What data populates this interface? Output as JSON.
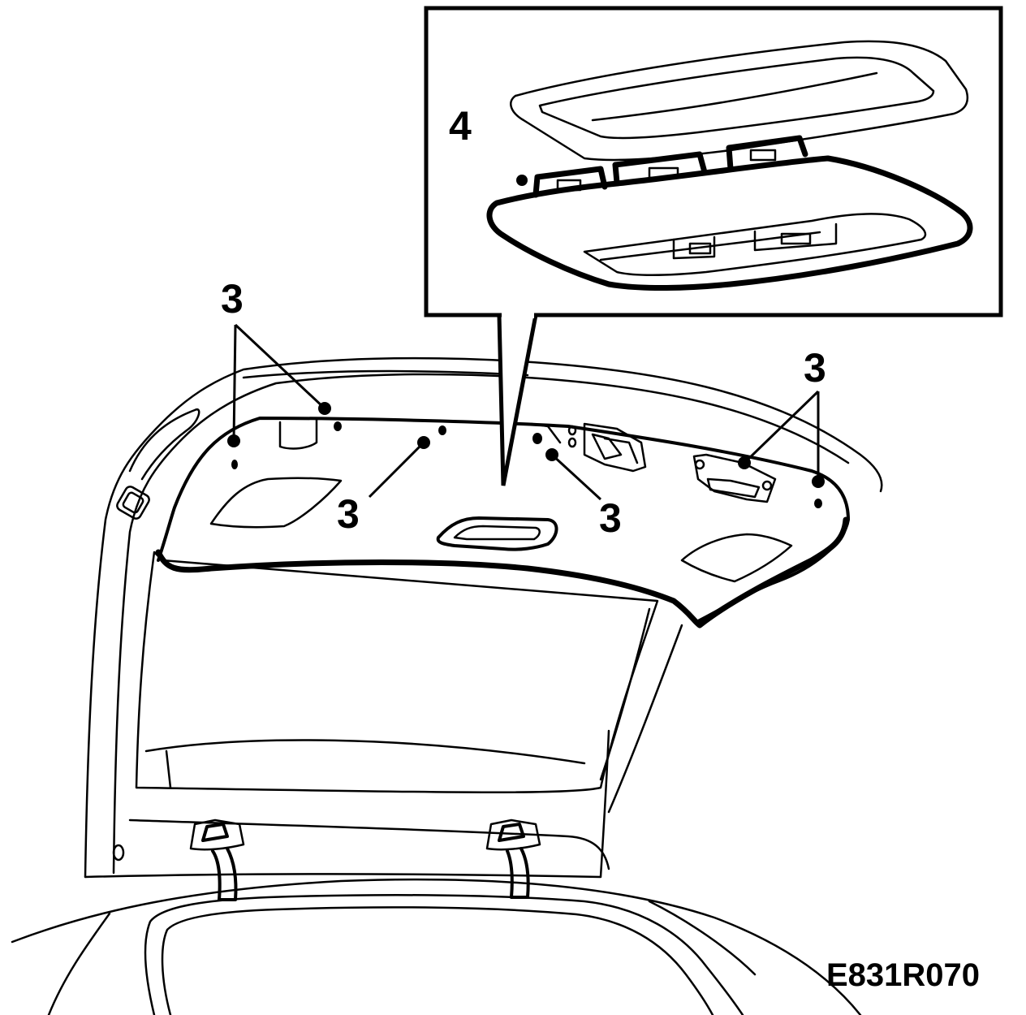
{
  "callouts": {
    "screw_group_left": "3",
    "screw_group_center_left": "3",
    "screw_group_center_right": "3",
    "screw_group_right": "3",
    "lamp_lens_clips": "4"
  },
  "figure_code": "E831R070",
  "colors": {
    "line": "#000000",
    "background": "#ffffff"
  }
}
